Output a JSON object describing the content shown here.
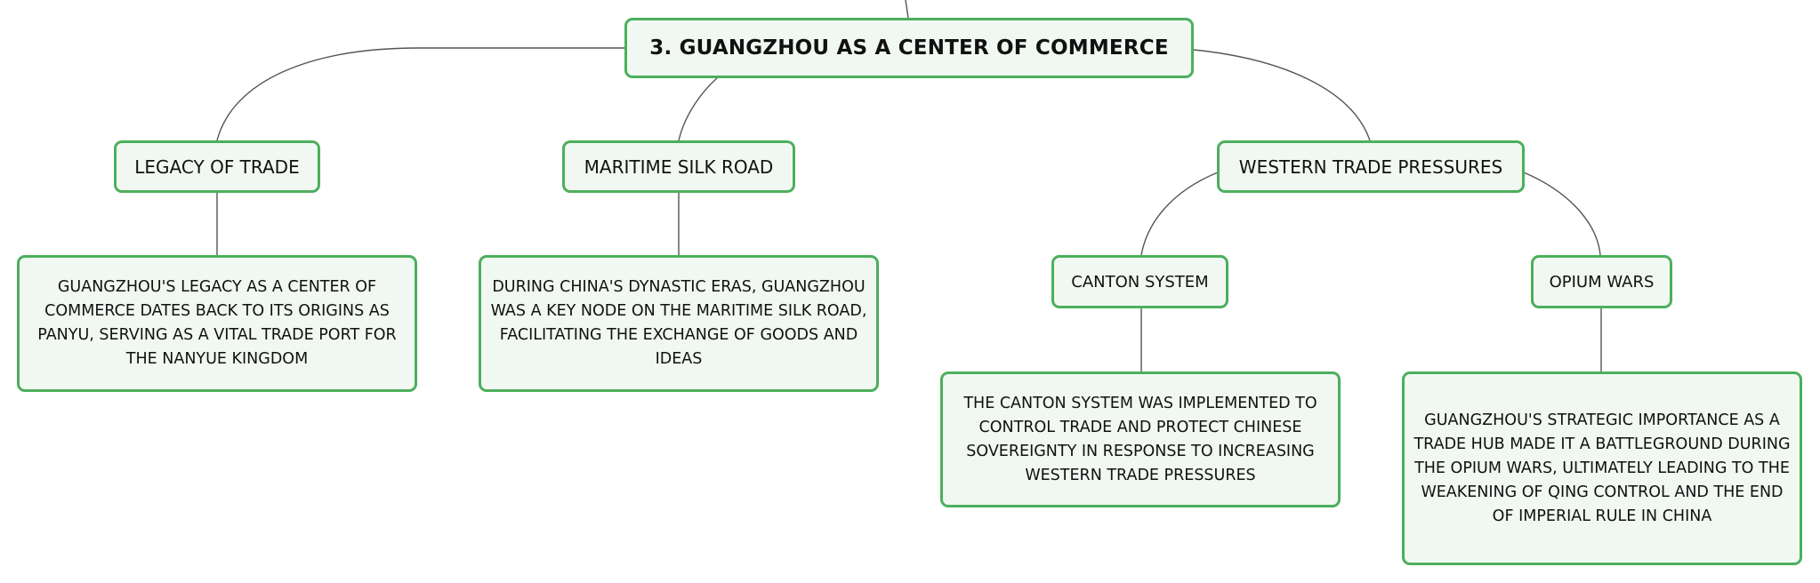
{
  "root": {
    "title": "3. GUANGZHOU AS A CENTER OF COMMERCE"
  },
  "topics": {
    "legacy": {
      "label": "LEGACY OF TRADE",
      "detail": "GUANGZHOU'S LEGACY AS A CENTER OF COMMERCE DATES BACK TO ITS ORIGINS AS PANYU, SERVING AS A VITAL TRADE PORT FOR THE NANYUE KINGDOM"
    },
    "silk_road": {
      "label": "MARITIME SILK ROAD",
      "detail": "DURING CHINA'S DYNASTIC ERAS, GUANGZHOU WAS A KEY NODE ON THE MARITIME SILK ROAD, FACILITATING THE EXCHANGE OF GOODS AND IDEAS"
    },
    "western": {
      "label": "WESTERN TRADE PRESSURES",
      "canton": {
        "label": "CANTON SYSTEM",
        "detail": "THE CANTON SYSTEM WAS IMPLEMENTED TO CONTROL TRADE AND PROTECT CHINESE SOVEREIGNTY IN RESPONSE TO INCREASING WESTERN TRADE PRESSURES"
      },
      "opium": {
        "label": "OPIUM WARS",
        "detail": "GUANGZHOU'S STRATEGIC IMPORTANCE AS A TRADE HUB MADE IT A BATTLEGROUND DURING THE OPIUM WARS, ULTIMATELY LEADING TO THE WEAKENING OF QING CONTROL AND THE END OF IMPERIAL RULE IN CHINA"
      }
    }
  },
  "colors": {
    "border": "#4caf5c",
    "fill": "#f1f8f2",
    "connector": "#555555"
  }
}
